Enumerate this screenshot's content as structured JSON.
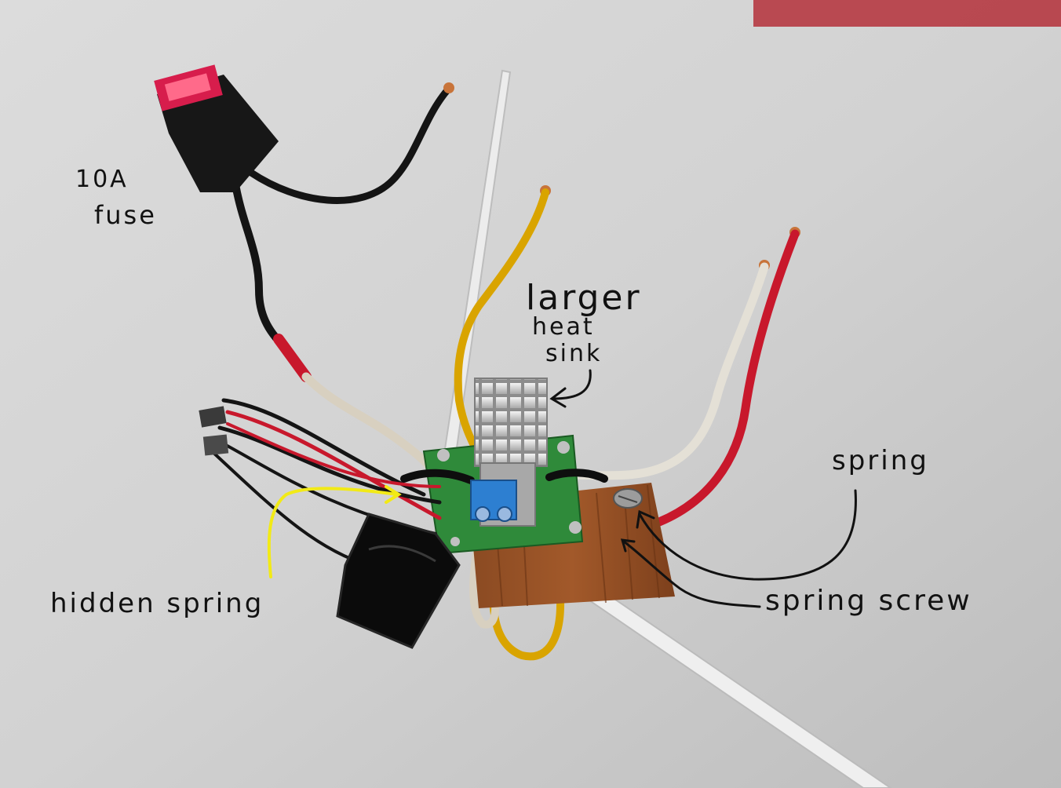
{
  "photo": {
    "background_color": "#cfcfcf",
    "annotation_color": "#111111",
    "highlight_color": "#f2ea16",
    "wire_colors": {
      "black": "#141414",
      "red": "#c8182c",
      "white": "#e4e0d6",
      "yellow": "#d9a400",
      "copper": "#c8743a"
    },
    "components": {
      "fuse_holder": "red fuse in black holder",
      "pcb": "green circuit board",
      "heat_sink": "aluminium heat sink",
      "terminal_block": "blue screw terminal",
      "base": "wooden block",
      "tape": "black electrical tape"
    }
  },
  "annotations": {
    "fuse_line1": "10A",
    "fuse_line2": "fuse",
    "heatsink_line1": "larger",
    "heatsink_line2": "heat",
    "heatsink_line3": "sink",
    "spring": "spring",
    "spring_screw": "spring screw",
    "hidden_spring": "hidden spring"
  }
}
